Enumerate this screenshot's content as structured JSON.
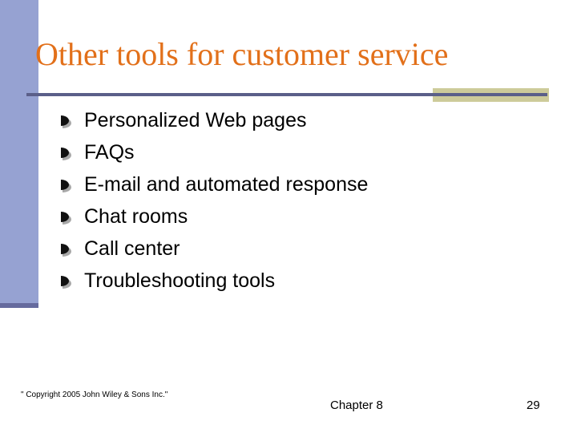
{
  "slide": {
    "title": "Other tools for customer service",
    "title_color": "#e2701a",
    "sidebar_color": "#96a2d2",
    "sidebar_foot_color": "#666b9e",
    "rule_color": "#5b5f89",
    "rule_accent_color": "#cdcb9a",
    "background_color": "#ffffff"
  },
  "bullets": [
    {
      "label": "Personalized Web pages",
      "marker": "half-disc-bullet-icon"
    },
    {
      "label": "FAQs",
      "marker": "half-disc-bullet-icon"
    },
    {
      "label": "E-mail and automated response",
      "marker": "half-disc-bullet-icon"
    },
    {
      "label": "Chat rooms",
      "marker": "half-disc-bullet-icon"
    },
    {
      "label": "Call center",
      "marker": "half-disc-bullet-icon"
    },
    {
      "label": "Troubleshooting tools",
      "marker": "half-disc-bullet-icon"
    }
  ],
  "footer": {
    "copyright": "\" Copyright 2005 John Wiley & Sons Inc.\"",
    "chapter": "Chapter 8",
    "page_number": "29"
  }
}
